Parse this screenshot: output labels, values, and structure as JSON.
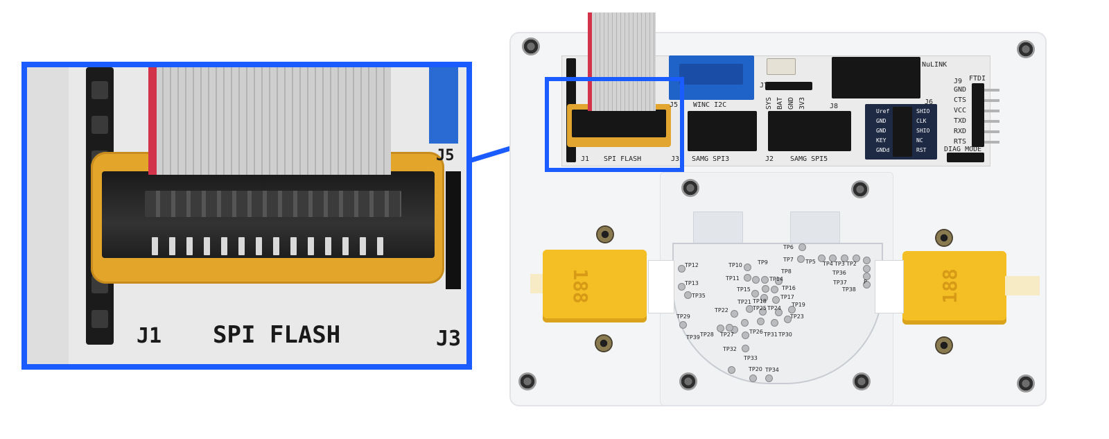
{
  "colors": {
    "highlight": "#1a5cff",
    "flex_cable": "#e3a52a",
    "motor": "#f4bf25",
    "header_blue": "#1f63c9"
  },
  "zoom": {
    "label_j1": "J1",
    "label_spi_flash": "SPI FLASH",
    "label_j3": "J3",
    "label_j5_partial": "J5"
  },
  "board": {
    "labels": {
      "j1": "J1",
      "spi_flash": "SPI FLASH",
      "j3": "J3",
      "samg_spi3": "SAMG SPI3",
      "j2": "J2",
      "samg_spi5": "SAMG SPI5",
      "j5": "J5",
      "winc_i2c": "WINC I2C",
      "j7": "J7",
      "sys": "SYS",
      "bat": "BAT",
      "gnd": "GND",
      "v33": "3V3",
      "j8": "J8",
      "nulink": "NuLINK",
      "j6": "J6",
      "j9": "J9",
      "ftdi": "FTDI",
      "diag_mode": "DIAG MODE"
    },
    "ftdi_pins": [
      "GND",
      "CTS",
      "VCC",
      "TXD",
      "RXD",
      "RTS"
    ],
    "j6_left": [
      "Uref",
      "GND",
      "GND",
      "KEY",
      "GNDd"
    ],
    "j6_right": [
      "SHIO",
      "CLK",
      "SHIO",
      "NC",
      "RST"
    ],
    "motor_left_text": "188",
    "motor_right_text": "188",
    "test_points": [
      {
        "id": "tp6",
        "label": "TP6"
      },
      {
        "id": "tp7",
        "label": "TP7"
      },
      {
        "id": "tp5",
        "label": "TP5"
      },
      {
        "id": "tp4",
        "label": "TP4"
      },
      {
        "id": "tp3",
        "label": "TP3"
      },
      {
        "id": "tp2",
        "label": "TP2"
      },
      {
        "id": "tp36",
        "label": "TP36"
      },
      {
        "id": "tp37",
        "label": "TP37"
      },
      {
        "id": "tp38",
        "label": "TP38"
      },
      {
        "id": "tp12",
        "label": "TP12"
      },
      {
        "id": "tp13",
        "label": "TP13"
      },
      {
        "id": "tp35",
        "label": "TP35"
      },
      {
        "id": "tp10",
        "label": "TP10"
      },
      {
        "id": "tp9",
        "label": "TP9"
      },
      {
        "id": "tp8",
        "label": "TP8"
      },
      {
        "id": "tp11",
        "label": "TP11"
      },
      {
        "id": "tp14",
        "label": "TP14"
      },
      {
        "id": "tp15",
        "label": "TP15"
      },
      {
        "id": "tp16",
        "label": "TP16"
      },
      {
        "id": "tp17",
        "label": "TP17"
      },
      {
        "id": "tp21",
        "label": "TP21"
      },
      {
        "id": "tp18",
        "label": "TP18"
      },
      {
        "id": "tp22",
        "label": "TP22"
      },
      {
        "id": "tp25",
        "label": "TP25"
      },
      {
        "id": "tp24",
        "label": "TP24"
      },
      {
        "id": "tp19",
        "label": "TP19"
      },
      {
        "id": "tp23",
        "label": "TP23"
      },
      {
        "id": "tp29",
        "label": "TP29"
      },
      {
        "id": "tp27",
        "label": "TP27"
      },
      {
        "id": "tp28",
        "label": "TP28"
      },
      {
        "id": "tp26",
        "label": "TP26"
      },
      {
        "id": "tp31",
        "label": "TP31"
      },
      {
        "id": "tp30",
        "label": "TP30"
      },
      {
        "id": "tp39",
        "label": "TP39"
      },
      {
        "id": "tp32",
        "label": "TP32"
      },
      {
        "id": "tp33",
        "label": "TP33"
      },
      {
        "id": "tp20",
        "label": "TP20"
      },
      {
        "id": "tp34",
        "label": "TP34"
      },
      {
        "id": "tp_edge",
        "label": "P"
      }
    ]
  }
}
